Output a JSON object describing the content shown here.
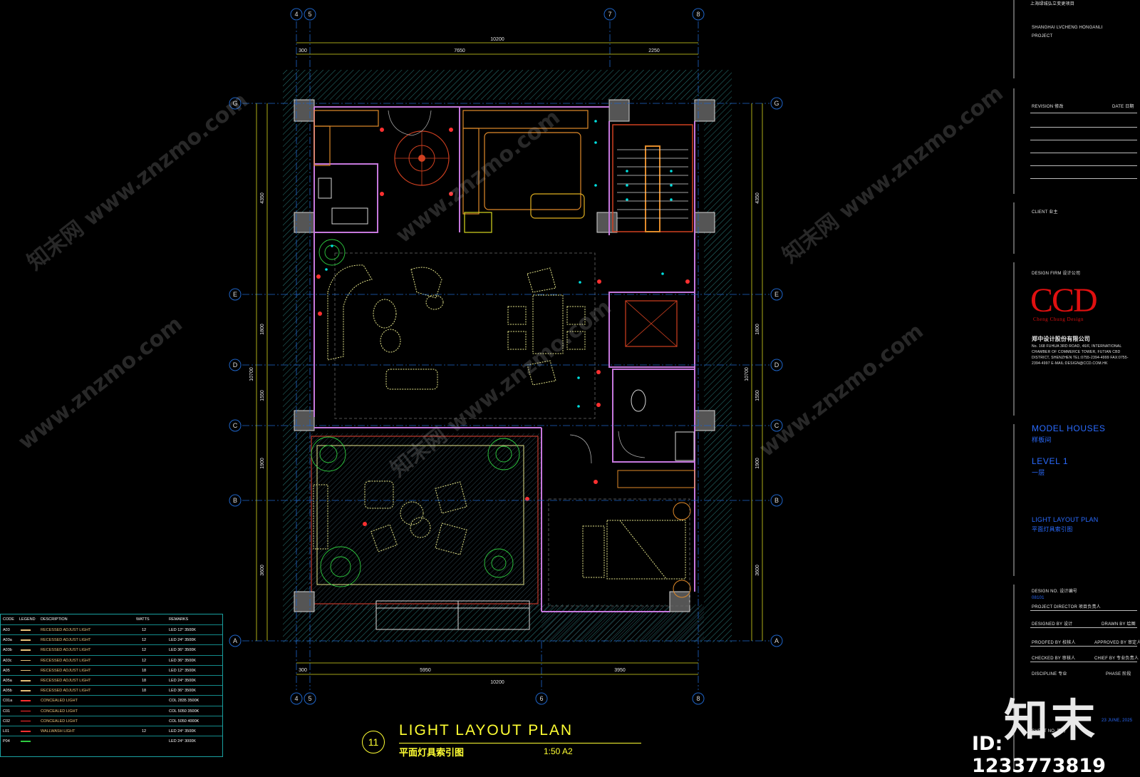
{
  "plan": {
    "title": "LIGHT LAYOUT PLAN",
    "title_cn": "平面灯具索引图",
    "scale": "1:50 A2",
    "drawing_number": "11"
  },
  "grid": {
    "columns": [
      "4",
      "5",
      "7",
      "8"
    ],
    "columns_bottom": [
      "4",
      "5",
      "6",
      "8"
    ],
    "rows": [
      "G",
      "E",
      "D",
      "C",
      "B",
      "A"
    ]
  },
  "dimensions": {
    "top_total": "10200",
    "top_parts": [
      "300",
      "7650",
      "2250"
    ],
    "bottom_total": "10200",
    "bottom_parts": [
      "300",
      "5950",
      "3950"
    ],
    "side_total": "10700",
    "side_parts": [
      "4350",
      "1800",
      "1550",
      "1900",
      "3600"
    ]
  },
  "title_block": {
    "project_cn": "上海绿城弘立变更项目",
    "project_en_1": "SHANGHAI LVCHENG HONGANLI",
    "project_en_2": "PROJECT",
    "revision_label": "REVISION 修改",
    "date_label": "DATE 日期",
    "client_label": "CLIENT 业主",
    "design_firm_label": "DESIGN FIRM 设计公司",
    "firm_logo": "CCD",
    "firm_logo_sub": "Cheng Chung Design",
    "firm_name_cn": "郑中设计股份有限公司",
    "firm_address": "No. 168 FUHUA 3RD ROAD, 46/F, INTERNATIONAL CHAMBER OF COMMERCE TOWER, FUTIAN CBD DISTRICT, SHENZHEN TEL:0755-2394-4999 FAX:0755-2394-4997 E-MAIL:DESIGN@CCD.COM.HK",
    "section_1": "MODEL HOUSES",
    "section_1_cn": "样板间",
    "section_2": "LEVEL 1",
    "section_2_cn": "一层",
    "section_3": "LIGHT LAYOUT PLAN",
    "section_3_cn": "平面灯具索引图",
    "design_no_label": "DESIGN NO. 设计编号",
    "design_no": "08101",
    "project_director": "PROJECT DIRECTOR 项目负责人",
    "designed_by": "DESIGNED BY 设计",
    "drawn_by": "DRAWN BY 绘图",
    "proofed_by": "PROOFED BY 校核人",
    "approved_by": "APPROVED BY 审定人",
    "checked_by": "CHECKED BY 审核人",
    "chief_by": "CHIEF BY 专业负责人",
    "discipline": "DISCIPLINE 专业",
    "phase": "PHASE 阶段",
    "date_value": "23 JUNE, 2025",
    "sheet_no": "SHEET NO. 图号"
  },
  "legend": {
    "headers": [
      "CODE",
      "LEGEND",
      "DESCRIPTION",
      "WATTS",
      "REMARKS"
    ],
    "rows": [
      [
        "A03",
        "RECESSED ADJUST LIGHT",
        "12",
        "LED 12° 3500K"
      ],
      [
        "A03a",
        "RECESSED ADJUST LIGHT",
        "12",
        "LED 24° 3500K"
      ],
      [
        "A03b",
        "RECESSED ADJUST LIGHT",
        "12",
        "LED 36° 3500K"
      ],
      [
        "A03c",
        "RECESSED ADJUST LIGHT",
        "12",
        "LED 36° 3500K"
      ],
      [
        "A05",
        "RECESSED ADJUST LIGHT",
        "18",
        "LED 12° 3500K"
      ],
      [
        "A05a",
        "RECESSED ADJUST LIGHT",
        "18",
        "LED 24° 3500K"
      ],
      [
        "A05b",
        "RECESSED ADJUST LIGHT",
        "18",
        "LED 36° 3500K"
      ],
      [
        "C01a",
        "CONCEALED LIGHT",
        "",
        "COL 2835 3500K"
      ],
      [
        "C01",
        "CONCEALED LIGHT",
        "",
        "COL 5050 3500K"
      ],
      [
        "C02",
        "CONCEALED LIGHT",
        "",
        "COL 5050 4000K"
      ],
      [
        "L01",
        "WALLWASH LIGHT",
        "12",
        "LED 24° 3500K"
      ],
      [
        "P04",
        "",
        "",
        "LED 24° 3000K"
      ]
    ]
  },
  "watermark": {
    "site": "www.znzmo.com",
    "site_cn": "知末网",
    "brand": "知末",
    "image_id": "ID: 1233773819"
  }
}
